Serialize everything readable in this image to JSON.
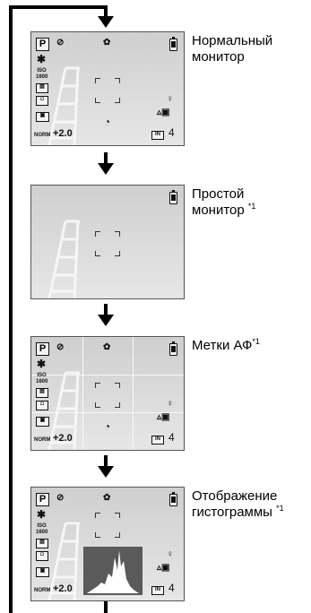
{
  "screens": [
    {
      "label_line1": "Нормальный",
      "label_line2": "монитор",
      "note": "",
      "mode": "P",
      "iso": "ISO\n1600",
      "exposure": "+2.0",
      "count": "4",
      "memory": "IN",
      "nr": "NORM"
    },
    {
      "label_line1": "Простой",
      "label_line2": "монитор",
      "note": "*1"
    },
    {
      "label_line1": "Метки АФ",
      "label_line2": "",
      "note": "*1",
      "mode": "P",
      "iso": "ISO\n1600",
      "exposure": "+2.0",
      "count": "4",
      "memory": "IN",
      "nr": "NORM"
    },
    {
      "label_line1": "Отображение",
      "label_line2": "гистограммы",
      "note": "*1",
      "mode": "P",
      "iso": "ISO\n1600",
      "exposure": "+2.0",
      "count": "4",
      "memory": "IN",
      "nr": "NORM"
    }
  ]
}
